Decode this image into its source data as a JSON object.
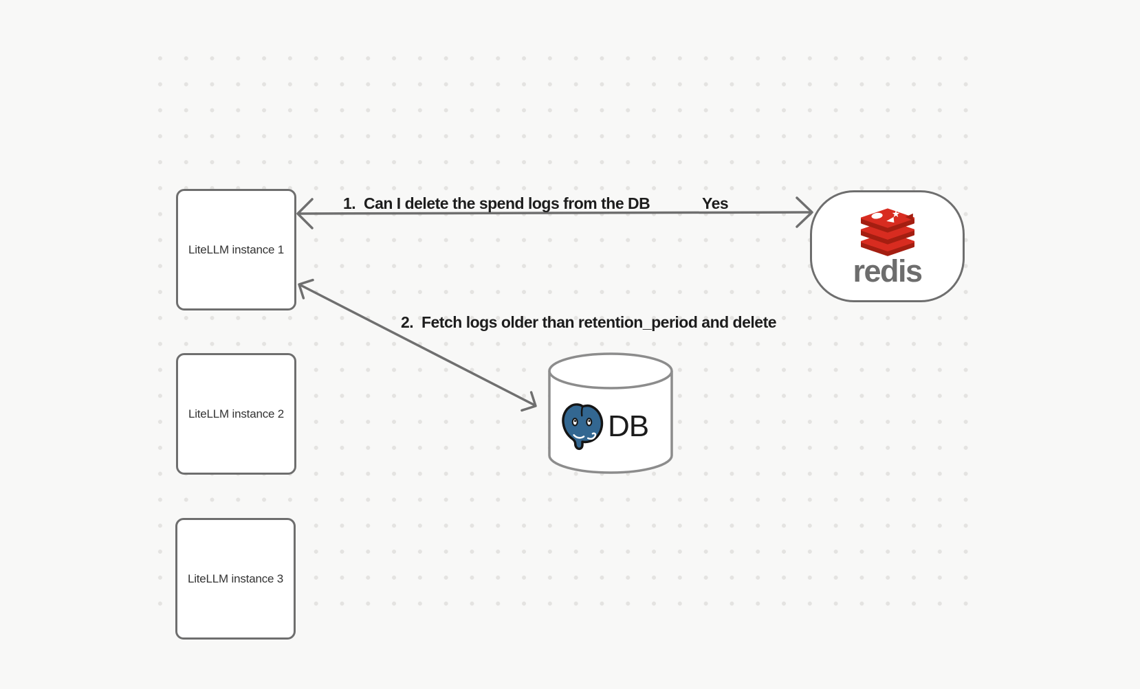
{
  "canvas": {
    "background": "#f8f8f7",
    "dot_color": "#e4e3e1"
  },
  "nodes": {
    "litellm1": {
      "label": "LiteLLM instance 1"
    },
    "litellm2": {
      "label": "LiteLLM instance 2"
    },
    "litellm3": {
      "label": "LiteLLM instance 3"
    },
    "redis": {
      "wordmark": "redis",
      "icon": "redis-stack-icon",
      "brand_red": "#d82c20",
      "brand_red_dark": "#a41e11",
      "wordmark_color": "#6d6d6d"
    },
    "db": {
      "label": "DB",
      "icon": "postgresql-elephant-icon",
      "postgres_blue": "#336791"
    }
  },
  "arrows": {
    "color": "#6f6f6f",
    "arrow1": {
      "label": "1.  Can I delete the spend logs from the DB",
      "reply": "Yes"
    },
    "arrow2": {
      "label": "2.  Fetch logs older than retention_period and delete"
    }
  }
}
